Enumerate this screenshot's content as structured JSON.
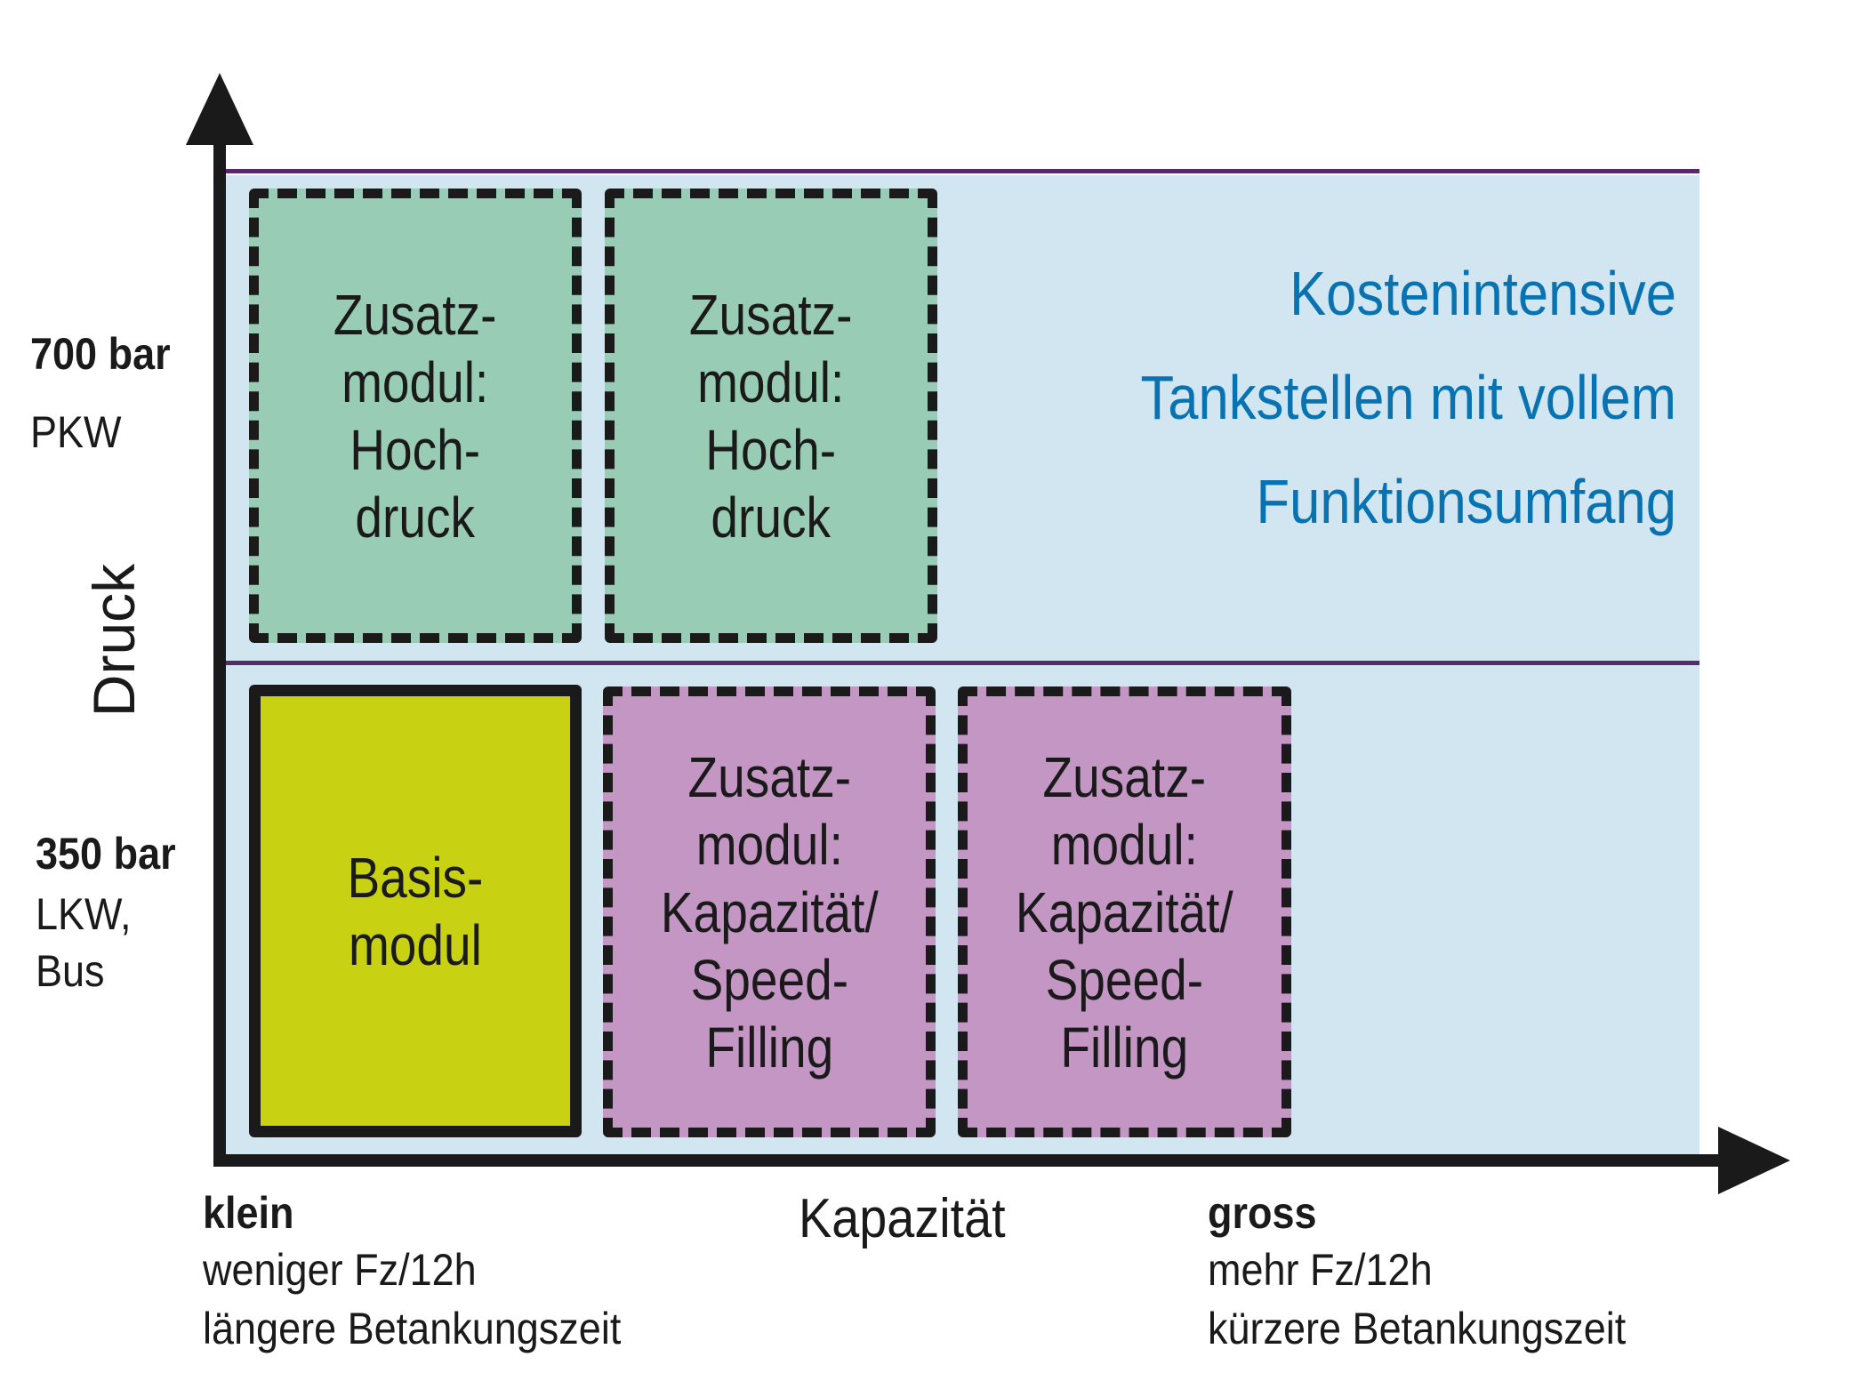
{
  "y_axis": {
    "title": "Druck",
    "levels": [
      {
        "value_label": "700 bar",
        "vehicles": "PKW"
      },
      {
        "value_label": "350 bar",
        "vehicles": "LKW,\nBus"
      }
    ]
  },
  "x_axis": {
    "title": "Kapazität",
    "low": {
      "label": "klein",
      "line1": "weniger Fz/12h",
      "line2": "längere Betankungszeit"
    },
    "high": {
      "label": "gross",
      "line1": "mehr Fz/12h",
      "line2": "kürzere Betankungszeit"
    }
  },
  "modules": [
    {
      "label": "Zusatz-\nmodul:\nHoch-\ndruck",
      "style": "dashed",
      "color": "#99ccb5"
    },
    {
      "label": "Zusatz-\nmodul:\nHoch-\ndruck",
      "style": "dashed",
      "color": "#99ccb5"
    },
    {
      "label": "Basis-\nmodul",
      "style": "solid",
      "color": "#c8d213"
    },
    {
      "label": "Zusatz-\nmodul:\nKapazität/\nSpeed-\nFilling",
      "style": "dashed",
      "color": "#c396c4"
    },
    {
      "label": "Zusatz-\nmodul:\nKapazität/\nSpeed-\nFilling",
      "style": "dashed",
      "color": "#c396c4"
    }
  ],
  "annotation": {
    "lines": [
      "Kostenintensive",
      "Tankstellen mit vollem",
      "Funktionsumfang"
    ],
    "color": "#0873b0"
  },
  "colors": {
    "background_area": "#d2e6f1",
    "divider_lines": "#582a6c",
    "axes": "#1a1a1a"
  }
}
